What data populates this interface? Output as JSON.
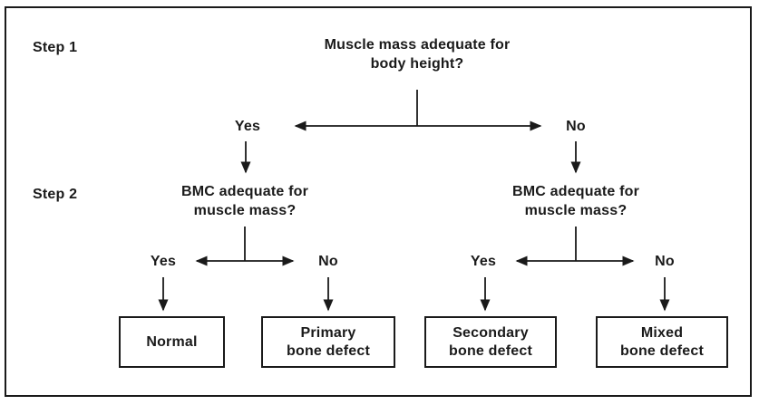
{
  "figure": {
    "background": "#ffffff",
    "line_color": "#1a1a1a",
    "step1_label": "Step 1",
    "step2_label": "Step 2",
    "question1": {
      "line1": "Muscle mass adequate for",
      "line2": "body height?"
    },
    "branch1": {
      "yes": "Yes",
      "no": "No"
    },
    "question2_left": {
      "line1": "BMC adequate for",
      "line2": "muscle mass?"
    },
    "branch2_left": {
      "yes": "Yes",
      "no": "No"
    },
    "question2_right": {
      "line1": "BMC adequate for",
      "line2": "muscle mass?"
    },
    "branch2_right": {
      "yes": "Yes",
      "no": "No"
    },
    "outcomes": [
      {
        "name": "normal",
        "line1": "Normal",
        "line2": ""
      },
      {
        "name": "primary-bone-defect",
        "line1": "Primary",
        "line2": "bone defect"
      },
      {
        "name": "secondary-bone-defect",
        "line1": "Secondary",
        "line2": "bone defect"
      },
      {
        "name": "mixed-bone-defect",
        "line1": "Mixed",
        "line2": "bone defect"
      }
    ]
  }
}
